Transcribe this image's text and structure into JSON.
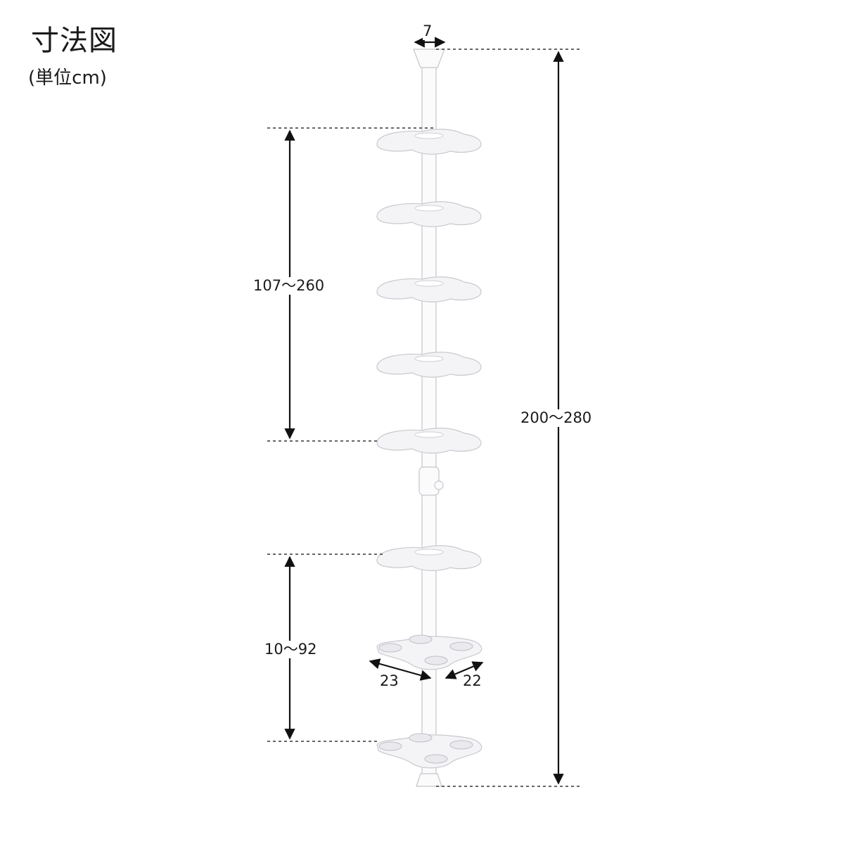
{
  "header": {
    "title": "寸法図",
    "unit": "(単位cm)"
  },
  "dimensions": {
    "pole_diameter": "7",
    "total_height": "200～280",
    "upper_shelves_span": "107～260",
    "lower_shelves_span": "10～92",
    "tray_width": "23",
    "tray_depth": "22"
  },
  "figure": {
    "shelf_count": 8,
    "upper_shelf_count": 6,
    "lower_tray_count": 2
  }
}
